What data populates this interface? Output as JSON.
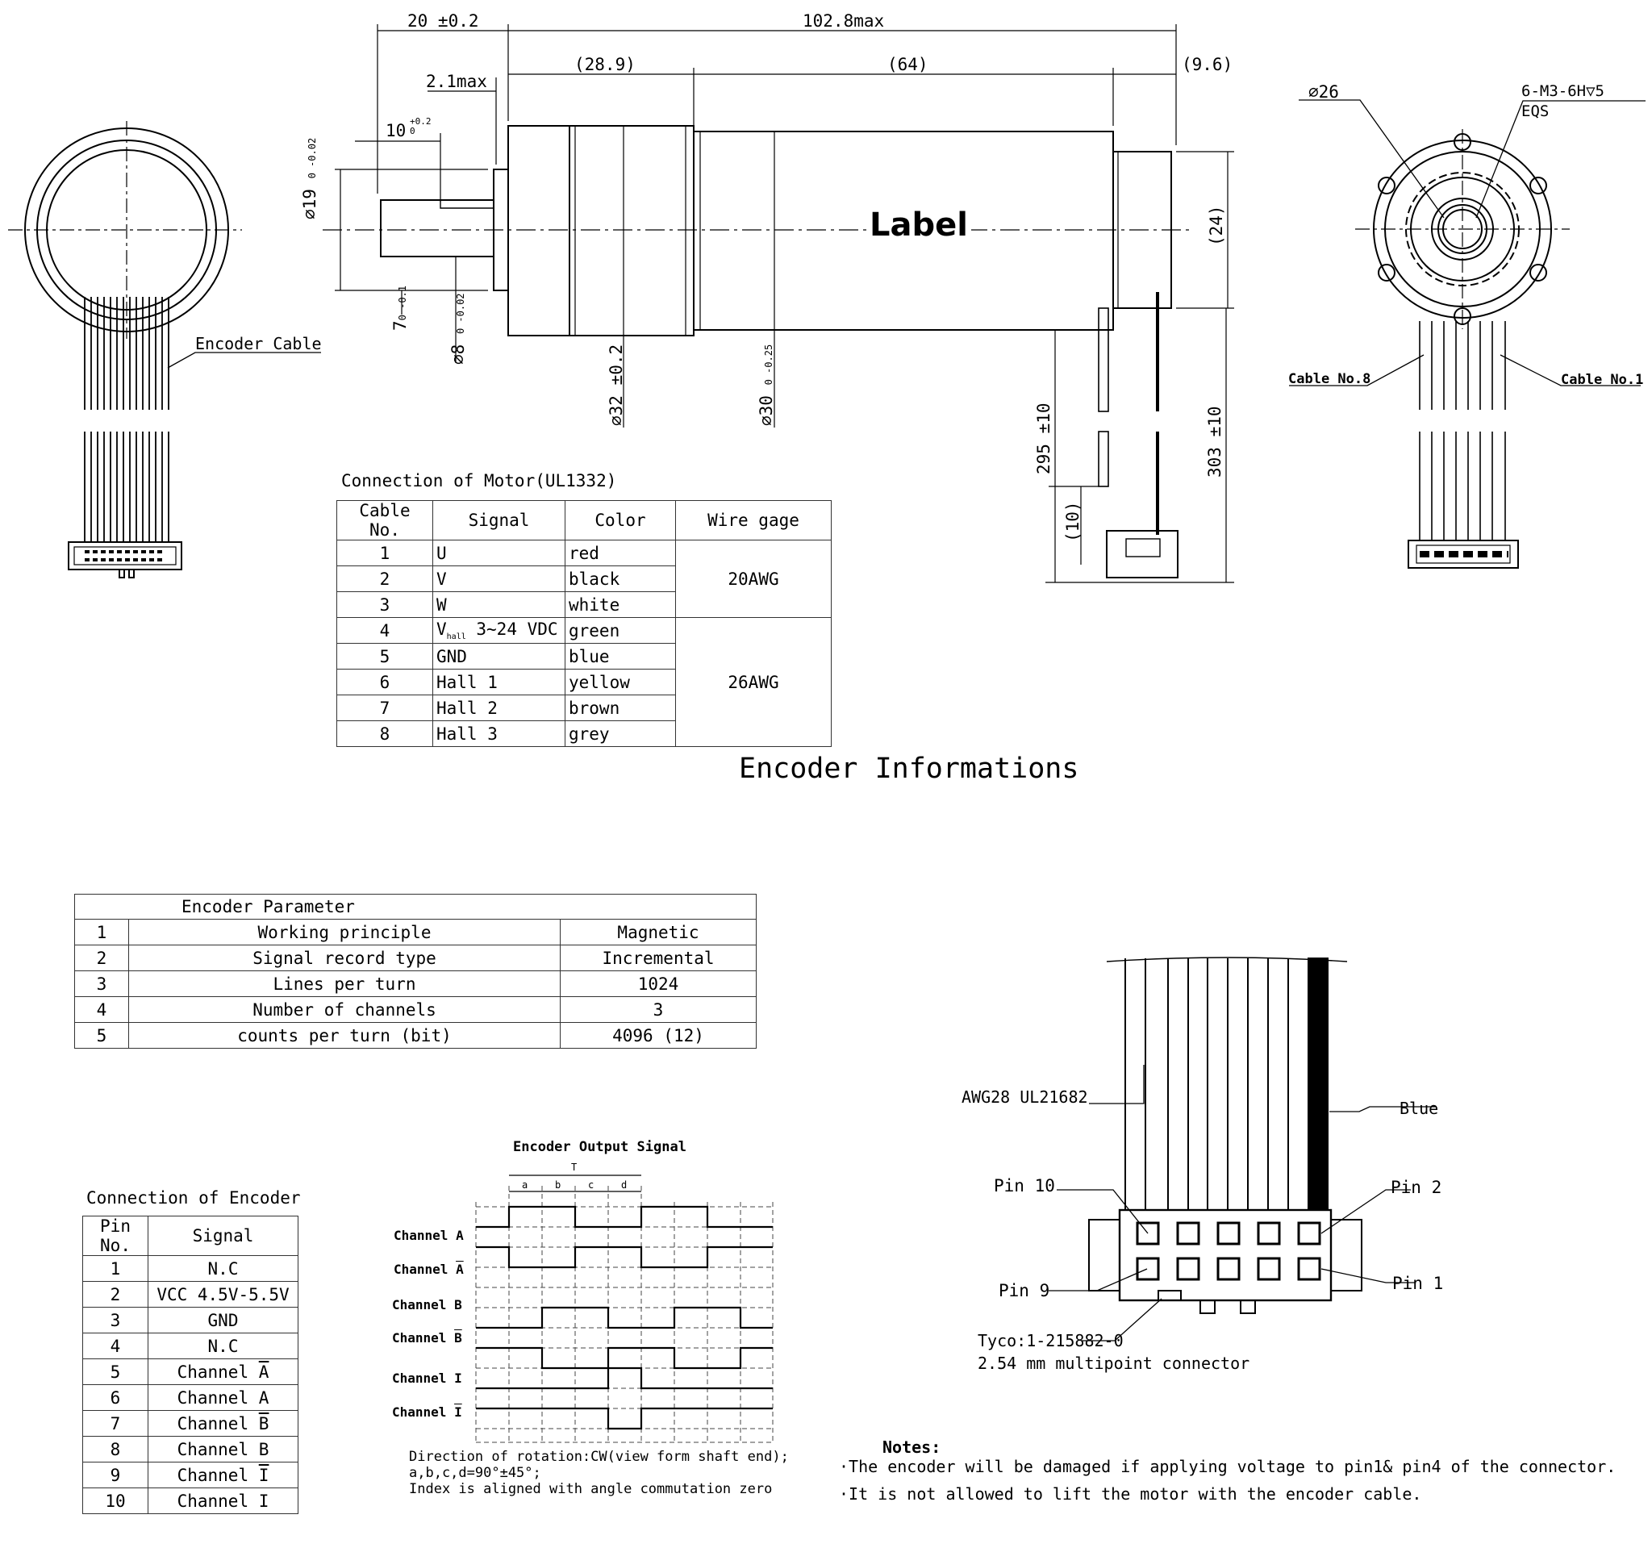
{
  "drawing": {
    "label_text": "Label",
    "dimensions": {
      "top_left": "20 ±0.2",
      "overall": "102.8max",
      "seg_a": "(28.9)",
      "seg_b": "(64)",
      "seg_c": "(9.6)",
      "flange_gap": "2.1max",
      "shaft_len": "10",
      "shaft_len_tol_upper": "+0.2",
      "shaft_len_tol_lower": "0",
      "dia_pilot": "∅19",
      "dia_pilot_tol": "0 -0.02",
      "flat": "7",
      "flat_tol": "0 -0.1",
      "dia_shaft": "∅8",
      "dia_shaft_tol": "0 -0.02",
      "dia_gear": "∅32 ±0.2",
      "dia_motor": "∅30",
      "dia_motor_tol": "0 -0.25",
      "height_24": "(24)",
      "cable_295": "295 ±10",
      "cable_303": "303 ±10",
      "cable_10": "(10)",
      "pcd": "∅26",
      "holes": "6-M3-6H▽5",
      "eqs": "EQS"
    },
    "labels": {
      "encoder_cable": "Encoder Cable",
      "cable_no_8": "Cable No.8",
      "cable_no_1": "Cable No.1"
    },
    "wire_labels": {
      "awg": "AWG28 UL21682",
      "blue": "Blue",
      "pin10": "Pin 10",
      "pin2": "Pin 2",
      "pin9": "Pin 9",
      "pin1": "Pin 1",
      "tyco": "Tyco:1-215882-0",
      "connector": "2.54 mm multipoint connector"
    }
  },
  "motor_connection": {
    "title": "Connection of Motor(UL1332)",
    "headers": [
      "Cable No.",
      "Signal",
      "Color",
      "Wire gage"
    ],
    "rows": [
      {
        "no": "1",
        "signal": "U",
        "color": "red"
      },
      {
        "no": "2",
        "signal": "V",
        "color": "black"
      },
      {
        "no": "3",
        "signal": "W",
        "color": "white"
      },
      {
        "no": "4",
        "signal": "V",
        "signal_sub": "hall",
        "signal_rest": " 3~24 VDC",
        "color": "green"
      },
      {
        "no": "5",
        "signal": "GND",
        "color": "blue"
      },
      {
        "no": "6",
        "signal": "Hall 1",
        "color": "yellow"
      },
      {
        "no": "7",
        "signal": "Hall 2",
        "color": "brown"
      },
      {
        "no": "8",
        "signal": "Hall 3",
        "color": "grey"
      }
    ],
    "gage_groups": [
      "20AWG",
      "26AWG"
    ]
  },
  "encoder_info_title": "Encoder Informations",
  "encoder_parameter": {
    "title": "Encoder Parameter",
    "rows": [
      {
        "no": "1",
        "name": "Working principle",
        "value": "Magnetic"
      },
      {
        "no": "2",
        "name": "Signal record type",
        "value": "Incremental"
      },
      {
        "no": "3",
        "name": "Lines per turn",
        "value": "1024"
      },
      {
        "no": "4",
        "name": "Number of channels",
        "value": "3"
      },
      {
        "no": "5",
        "name": "counts per turn (bit)",
        "value": "4096 (12)"
      }
    ]
  },
  "encoder_connection": {
    "title": "Connection of Encoder",
    "headers": [
      "Pin No.",
      "Signal"
    ],
    "rows": [
      {
        "no": "1",
        "signal": "N.C"
      },
      {
        "no": "2",
        "signal": "VCC 4.5V-5.5V"
      },
      {
        "no": "3",
        "signal": "GND"
      },
      {
        "no": "4",
        "signal": "N.C"
      },
      {
        "no": "5",
        "signal": "Channel ",
        "bar": "A"
      },
      {
        "no": "6",
        "signal": "Channel A"
      },
      {
        "no": "7",
        "signal": "Channel ",
        "bar": "B"
      },
      {
        "no": "8",
        "signal": "Channel B"
      },
      {
        "no": "9",
        "signal": "Channel ",
        "bar": "I"
      },
      {
        "no": "10",
        "signal": "Channel I"
      }
    ]
  },
  "output_signal": {
    "title": "Encoder Output Signal",
    "period_label": "T",
    "phase_labels": [
      "a",
      "b",
      "c",
      "d"
    ],
    "channels": [
      {
        "name": "Channel ",
        "letter": "A",
        "bar": false
      },
      {
        "name": "Channel ",
        "letter": "A",
        "bar": true
      },
      {
        "name": "Channel ",
        "letter": "B",
        "bar": false
      },
      {
        "name": "Channel ",
        "letter": "B",
        "bar": true
      },
      {
        "name": "Channel ",
        "letter": "I",
        "bar": false
      },
      {
        "name": "Channel ",
        "letter": "I",
        "bar": true
      }
    ],
    "notes": [
      "Direction of rotation:CW(view form shaft end);",
      "a,b,c,d=90°±45°;",
      "Index is aligned with angle commutation zero"
    ]
  },
  "notes": {
    "title": "Notes:",
    "items": [
      "·The encoder will be damaged if applying voltage to pin1& pin4 of the connector.",
      "·It is not allowed to lift the motor with the encoder cable."
    ]
  }
}
